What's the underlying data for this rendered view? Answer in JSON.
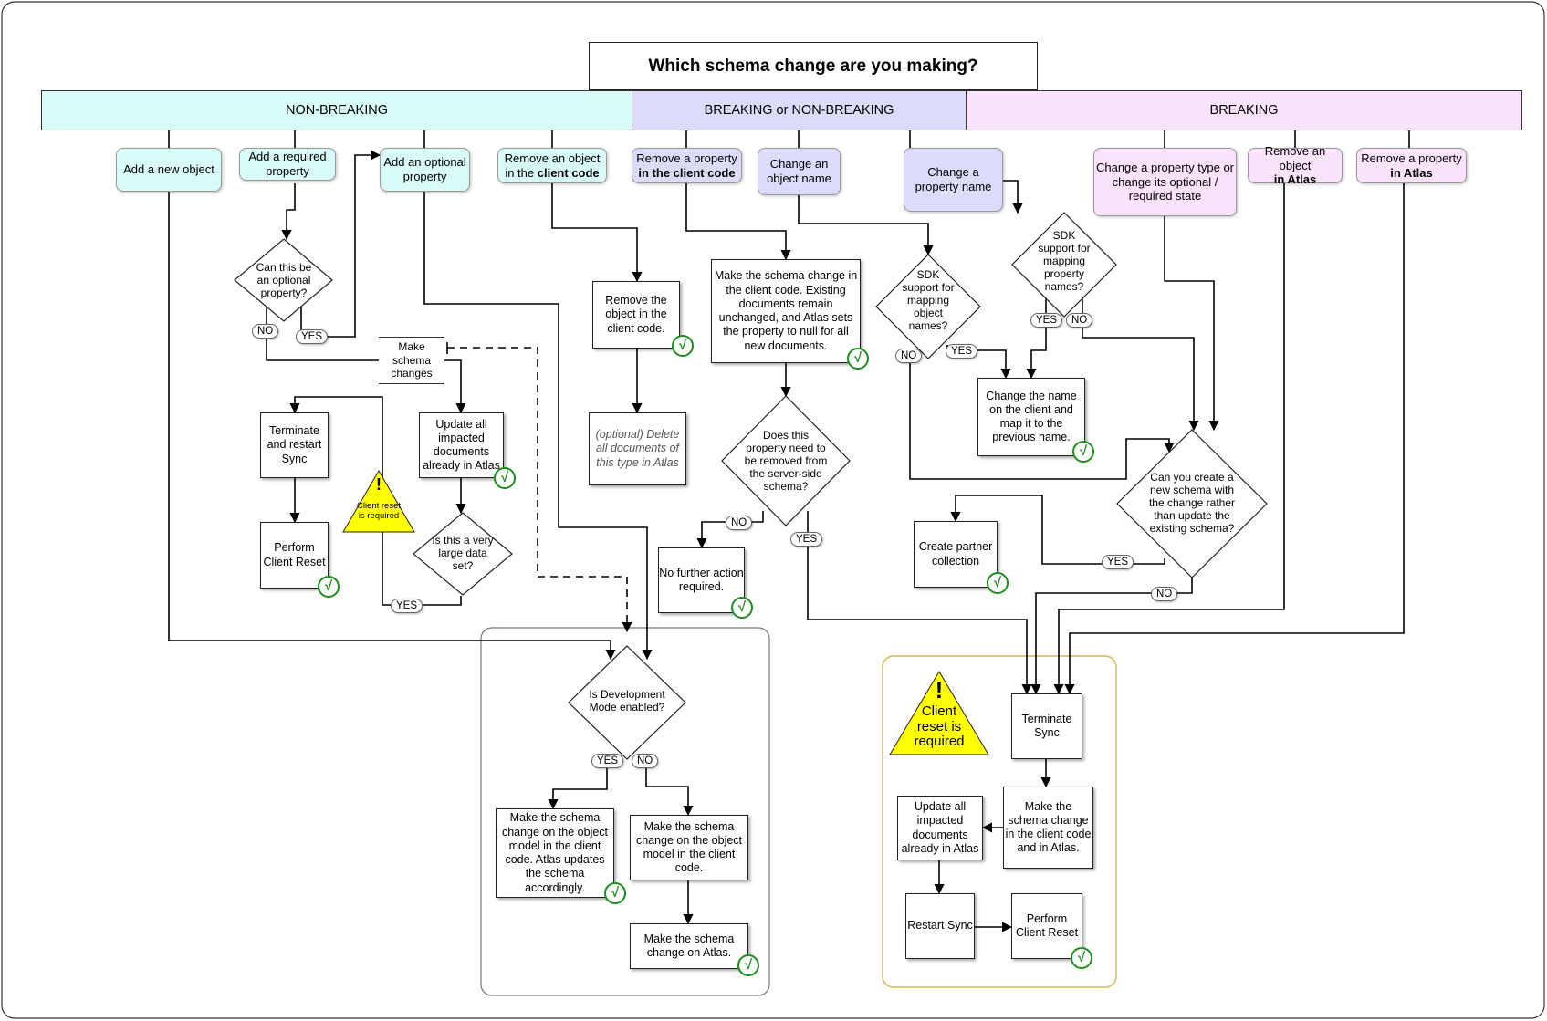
{
  "title": "Which schema change are you making?",
  "categories": {
    "non_breaking": "NON-BREAKING",
    "breaking_or_non_breaking": "BREAKING or NON-BREAKING",
    "breaking": "BREAKING"
  },
  "changes": {
    "add_object": "Add a new object",
    "add_required": "Add a required property",
    "add_optional": "Add an optional property",
    "remove_object_client_pre": "Remove an object in the",
    "remove_object_client_bold": "client code",
    "remove_property_client_pre": "Remove a property",
    "remove_property_client_bold": "in the client code",
    "change_object_name": "Change an object name",
    "change_property_name": "Change a property name",
    "change_property_type": "Change a property type or change its optional / required state",
    "remove_object_atlas_pre": "Remove an object",
    "remove_object_atlas_bold": "in Atlas",
    "remove_property_atlas_pre": "Remove a property",
    "remove_property_atlas_bold": "in Atlas"
  },
  "decisions": {
    "can_optional": "Can this be an optional property?",
    "large_data": "Is this a very large data set?",
    "property_removed": "Does this property need to be removed from the server-side schema?",
    "sdk_object": "SDK support for mapping object names?",
    "sdk_property": "SDK support for mapping property names?",
    "new_schema_pre": "Can you create a",
    "new_schema_underline": "new",
    "new_schema_post": "schema with the change rather than update the existing schema?",
    "dev_mode": "Is Development Mode enabled?"
  },
  "actions": {
    "make_schema_changes": "Make schema changes",
    "terminate_restart_sync": "Terminate and restart Sync",
    "perform_client_reset": "Perform Client Reset",
    "update_impacted_docs": "Update all impacted documents already in Atlas",
    "remove_object_client": "Remove the object in the client code.",
    "optional_delete": "(optional) Delete all documents of this type in Atlas",
    "make_change_client_null": "Make the schema change in the client code. Existing documents remain unchanged, and Atlas sets the property to null for all new documents.",
    "no_further_action": "No further action required.",
    "change_name_map": "Change the name on the client and map it to the previous name.",
    "create_partner": "Create partner collection",
    "dev_yes": "Make the schema change on the object model in the client code. Atlas updates the schema accordingly.",
    "dev_no": "Make the schema change on the object model in the client code.",
    "make_change_atlas": "Make the schema change on Atlas.",
    "terminate_sync": "Terminate Sync",
    "make_change_client_atlas": "Make the schema change in the client code and in Atlas.",
    "update_impacted_docs_2": "Update all impacted documents already in Atlas",
    "restart_sync": "Restart Sync",
    "perform_client_reset_2": "Perform Client Reset"
  },
  "warnings": {
    "small": "Client reset is required",
    "large": "Client reset is required"
  },
  "labels": {
    "yes": "YES",
    "no": "NO"
  },
  "check_glyph": "√",
  "warning_glyph": "!",
  "colors": {
    "non_breaking": "#d9fbf7",
    "breaking_or_non_breaking": "#dcdcfa",
    "breaking": "#fbe3fb",
    "check_green": "#1a8f1a",
    "warning_yellow": "#ffff00",
    "terminal_group_border": "#d6b84a"
  }
}
